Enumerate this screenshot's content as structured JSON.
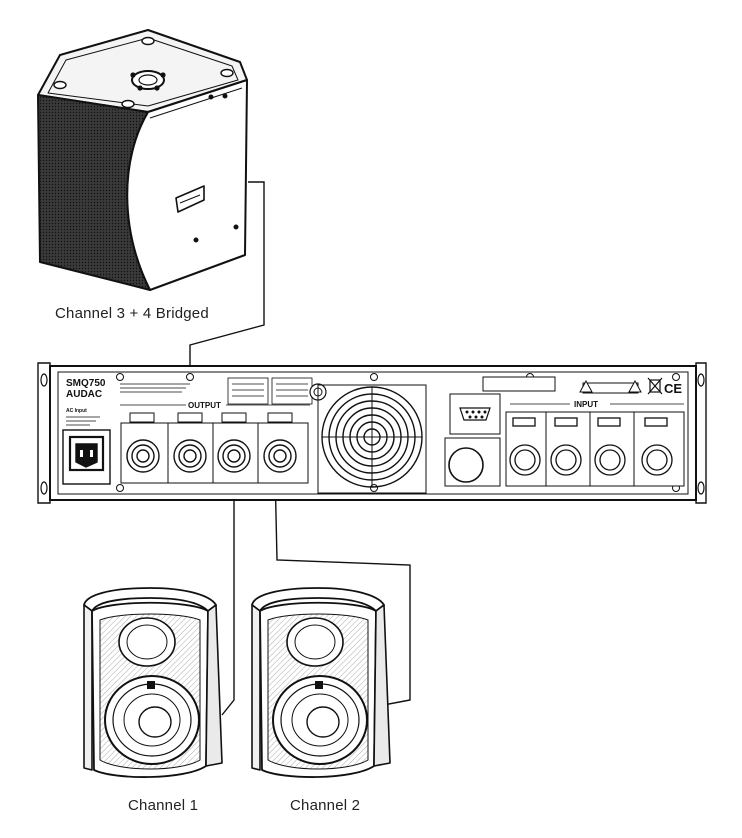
{
  "labels": {
    "bridged": "Channel 3 + 4 Bridged",
    "channel1": "Channel 1",
    "channel2": "Channel 2"
  },
  "amplifier": {
    "model": "SMQ750",
    "brand": "AUDAC",
    "output_label": "OUTPUT",
    "input_label": "INPUT",
    "power_label": "AC Input",
    "ce_mark": "CE"
  },
  "colors": {
    "line": "#111111",
    "panel": "#ffffff",
    "grille": "#2a2a2a"
  },
  "icons": [
    "xlr-connector-icon",
    "speakon-connector-icon",
    "fan-grille-icon",
    "power-inlet-icon",
    "weee-bin-icon",
    "ce-mark-icon",
    "warning-icon"
  ]
}
